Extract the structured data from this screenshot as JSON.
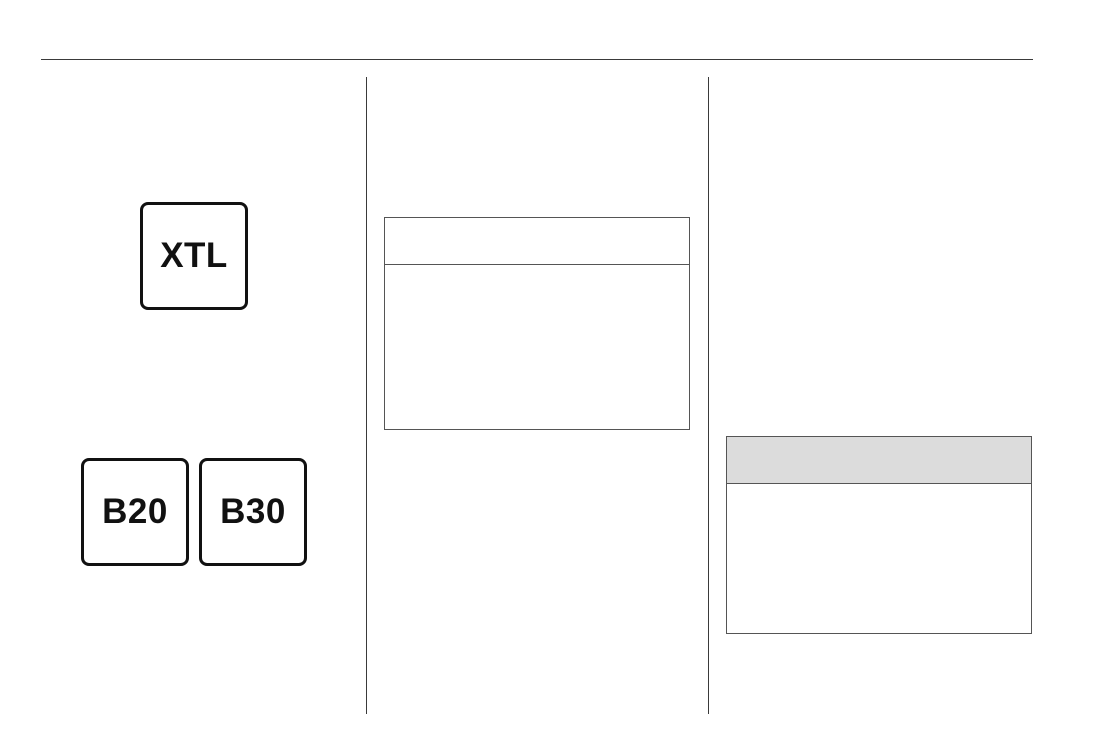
{
  "labels": {
    "xtl": "XTL",
    "b20": "B20",
    "b30": "B30"
  },
  "notice_boxes": {
    "middle": {
      "header_text": "",
      "body_text": "",
      "header_shaded": false
    },
    "right": {
      "header_text": "",
      "body_text": "",
      "header_shaded": true
    }
  },
  "colors": {
    "rule": "#3a3a3a",
    "label_border": "#111111",
    "box_border": "#555555",
    "shaded_header": "#dcdcdc"
  }
}
